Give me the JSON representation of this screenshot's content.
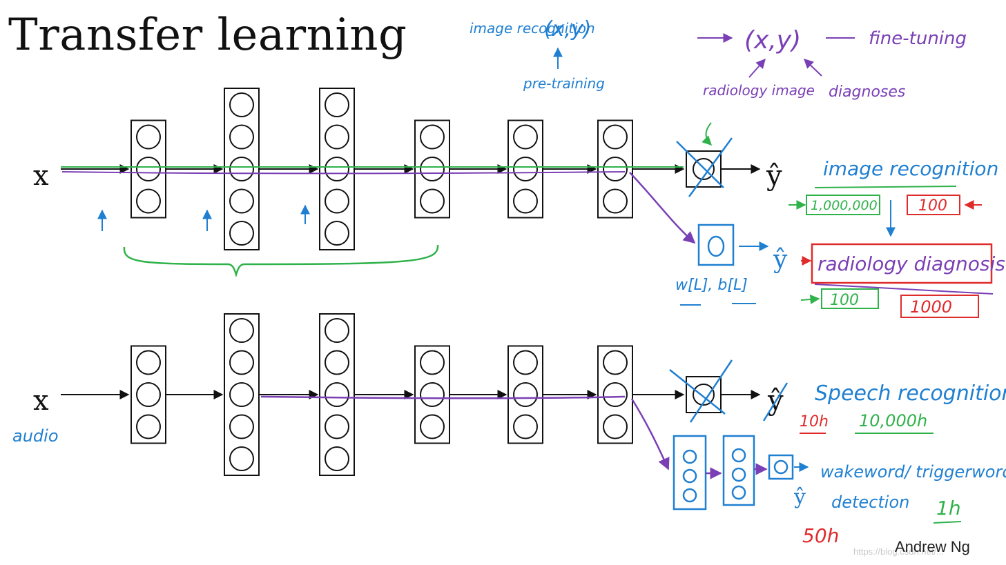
{
  "slide": {
    "title": "Transfer learning",
    "author": "Andrew Ng",
    "watermark": "https://blog.csdn.net/..."
  },
  "colors": {
    "ink": "#111111",
    "blue": "#1f7fd1",
    "green": "#2fb24a",
    "purple": "#7a3fb5",
    "red": "#e02b2b"
  },
  "networks": {
    "input_label": "x",
    "output_label": "ŷ",
    "audio_label": "audio"
  },
  "top_annotations": {
    "task_a": {
      "name": "image recognition",
      "pair": "(x,y)",
      "stage": "pre-training"
    },
    "task_b": {
      "pair": "(x,y)",
      "stage": "fine-tuning",
      "x_note": "radiology image",
      "y_note": "diagnoses"
    },
    "new_params": "w[L], b[L]"
  },
  "image_panel": {
    "source": "image recognition",
    "source_count": "1,000,000",
    "source_count_alt": "100",
    "target": "radiology diagnosis",
    "target_count": "100",
    "target_count_alt": "1000"
  },
  "speech_panel": {
    "source": "Speech recognition",
    "source_small": "10h",
    "source_count": "10,000h",
    "target_line1": "wakeword/ triggerword",
    "target_line2": "detection",
    "target_count": "1h",
    "target_count_alt": "50h"
  }
}
